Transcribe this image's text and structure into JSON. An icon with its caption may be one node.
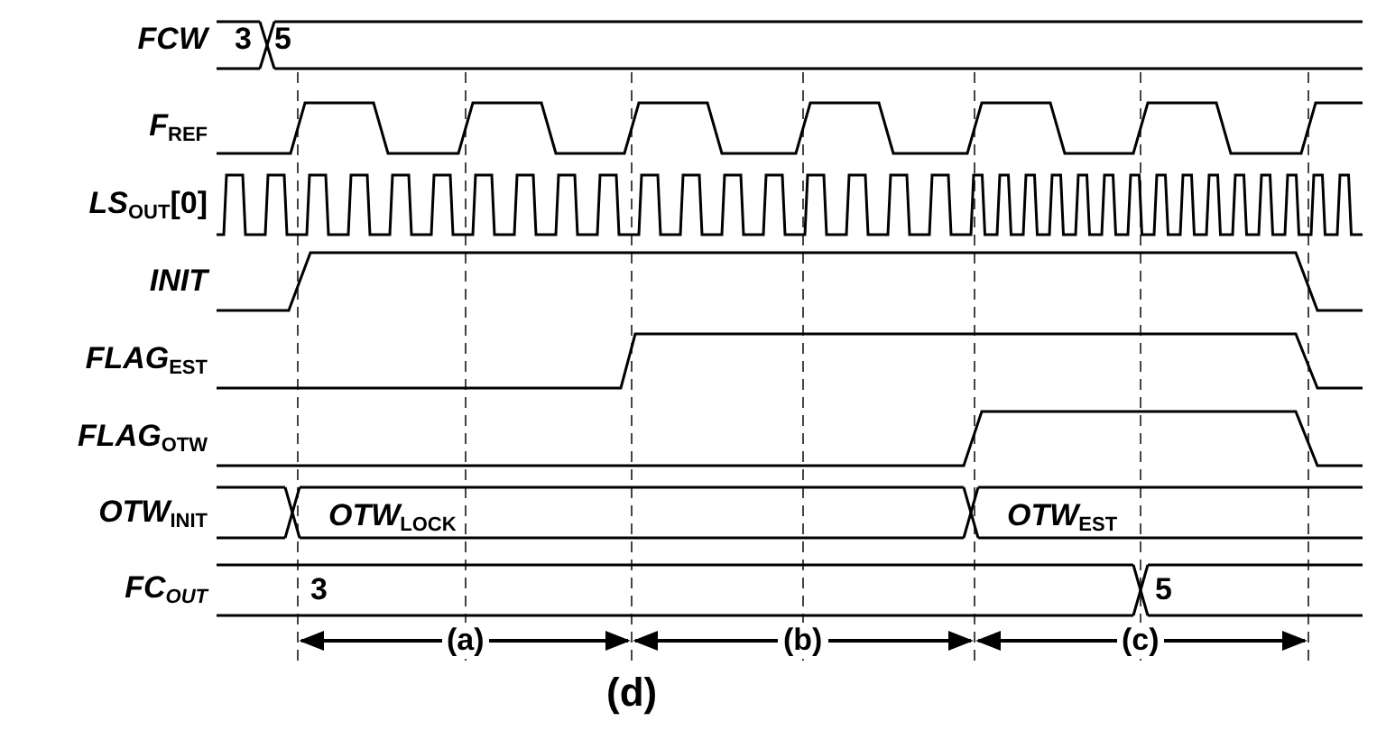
{
  "diagram": {
    "caption": "(d)",
    "labels": [
      "*FCW*",
      "3",
      "5",
      "*F*$_{REF}$",
      "*LS*$_{OUT}$[0]",
      "*INIT*",
      "*FLAG*$_{EST}$",
      "*FLAG*$_{OTW}$",
      "*OTW*$_{INIT}$",
      "*OTW*$_{LOCK}$",
      "*OTW*$_{EST}$",
      "*FC*$_{OUT}$",
      "3",
      "5",
      "(a)",
      "(b)",
      "(c)"
    ]
  }
}
